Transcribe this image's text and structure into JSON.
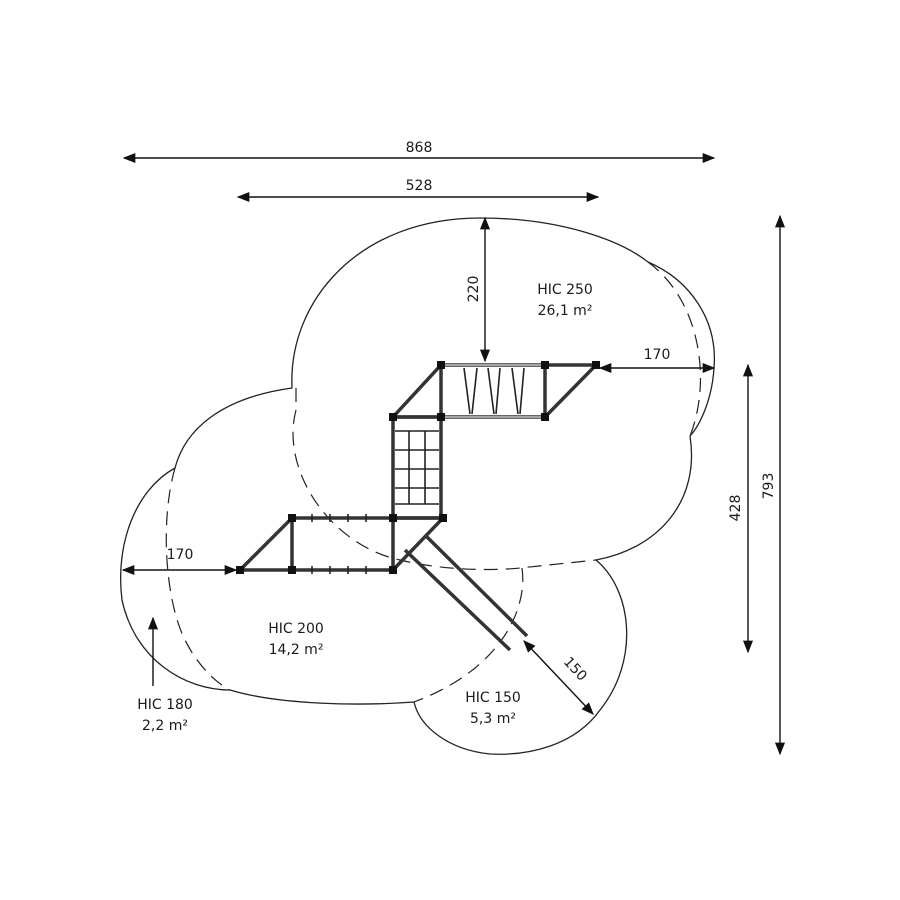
{
  "dimensions": {
    "overall_width": "868",
    "structure_width": "528",
    "top_clearance": "220",
    "right_clearance": "170",
    "left_clearance": "170",
    "structure_depth": "428",
    "overall_depth": "793",
    "slide_clearance": "150"
  },
  "zones": [
    {
      "hic": "HIC 250",
      "area": "26,1 m²"
    },
    {
      "hic": "HIC 200",
      "area": "14,2 m²"
    },
    {
      "hic": "HIC 180",
      "area": "2,2 m²"
    },
    {
      "hic": "HIC 150",
      "area": "5,3 m²"
    }
  ]
}
